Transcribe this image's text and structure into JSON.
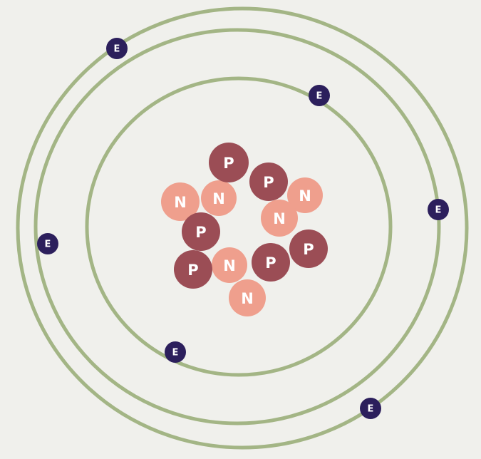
{
  "colors": {
    "background": "#f0f0ec",
    "orbit": "#a3b585",
    "proton": "#9b4d55",
    "neutron": "#ef9f8d",
    "electron": "#2c1f5c"
  },
  "labels": {
    "proton": "P",
    "neutron": "N",
    "electron": "E"
  },
  "counts": {
    "protons": 6,
    "neutrons": 6,
    "electrons": 6,
    "orbits": 3
  }
}
